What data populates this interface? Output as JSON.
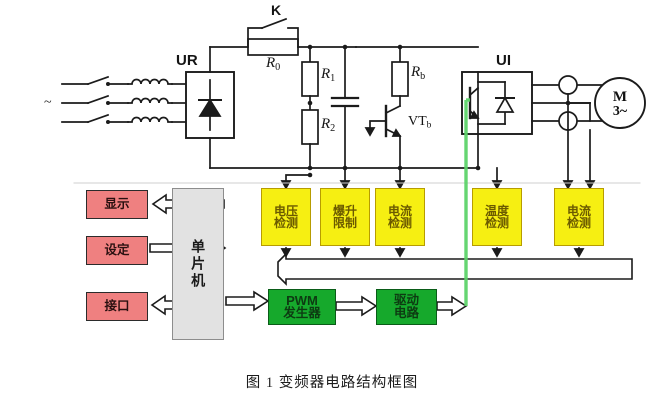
{
  "figure": {
    "caption": "图 1 变频器电路结构框图",
    "colors": {
      "red_block": "#ef8080",
      "grey_block": "#e2e2e2",
      "yellow_block": "#f6ef12",
      "green_block": "#16a92c",
      "wire": "#1b1b1b",
      "gate_drive_line": "#5dd36a",
      "background": "#ffffff"
    }
  },
  "power_circuit": {
    "ac_source_label": "~",
    "rectifier_label": "UR",
    "inverter_label": "UI",
    "switch_label": "K",
    "resistors": [
      {
        "name": "R0",
        "base": "R",
        "sub": "0"
      },
      {
        "name": "R1",
        "base": "R",
        "sub": "1"
      },
      {
        "name": "R2",
        "base": "R",
        "sub": "2"
      },
      {
        "name": "Rb",
        "base": "R",
        "sub": "b"
      }
    ],
    "transistor_label": {
      "base": "VT",
      "sub": "b"
    },
    "motor": {
      "line1": "M",
      "line2": "3~"
    }
  },
  "control_blocks": {
    "io_blocks": [
      {
        "id": "display",
        "label": "显示"
      },
      {
        "id": "setting",
        "label": "设定"
      },
      {
        "id": "interface",
        "label": "接口"
      }
    ],
    "mcu": {
      "id": "mcu",
      "label": "单片机"
    },
    "detect_blocks": [
      {
        "id": "voltage-detect",
        "line1": "电压",
        "line2": "检测"
      },
      {
        "id": "surge-limit",
        "line1": "爆升",
        "line2": "限制"
      },
      {
        "id": "current-detect-dc",
        "line1": "电流",
        "line2": "检测"
      },
      {
        "id": "temperature-detect",
        "line1": "温度",
        "line2": "检测"
      },
      {
        "id": "current-detect-ac",
        "line1": "电流",
        "line2": "检测"
      }
    ],
    "signal_blocks": [
      {
        "id": "pwm-generator",
        "line1": "PWM",
        "line2": "发生器"
      },
      {
        "id": "drive-circuit",
        "line1": "驱动",
        "line2": "电路"
      }
    ]
  }
}
